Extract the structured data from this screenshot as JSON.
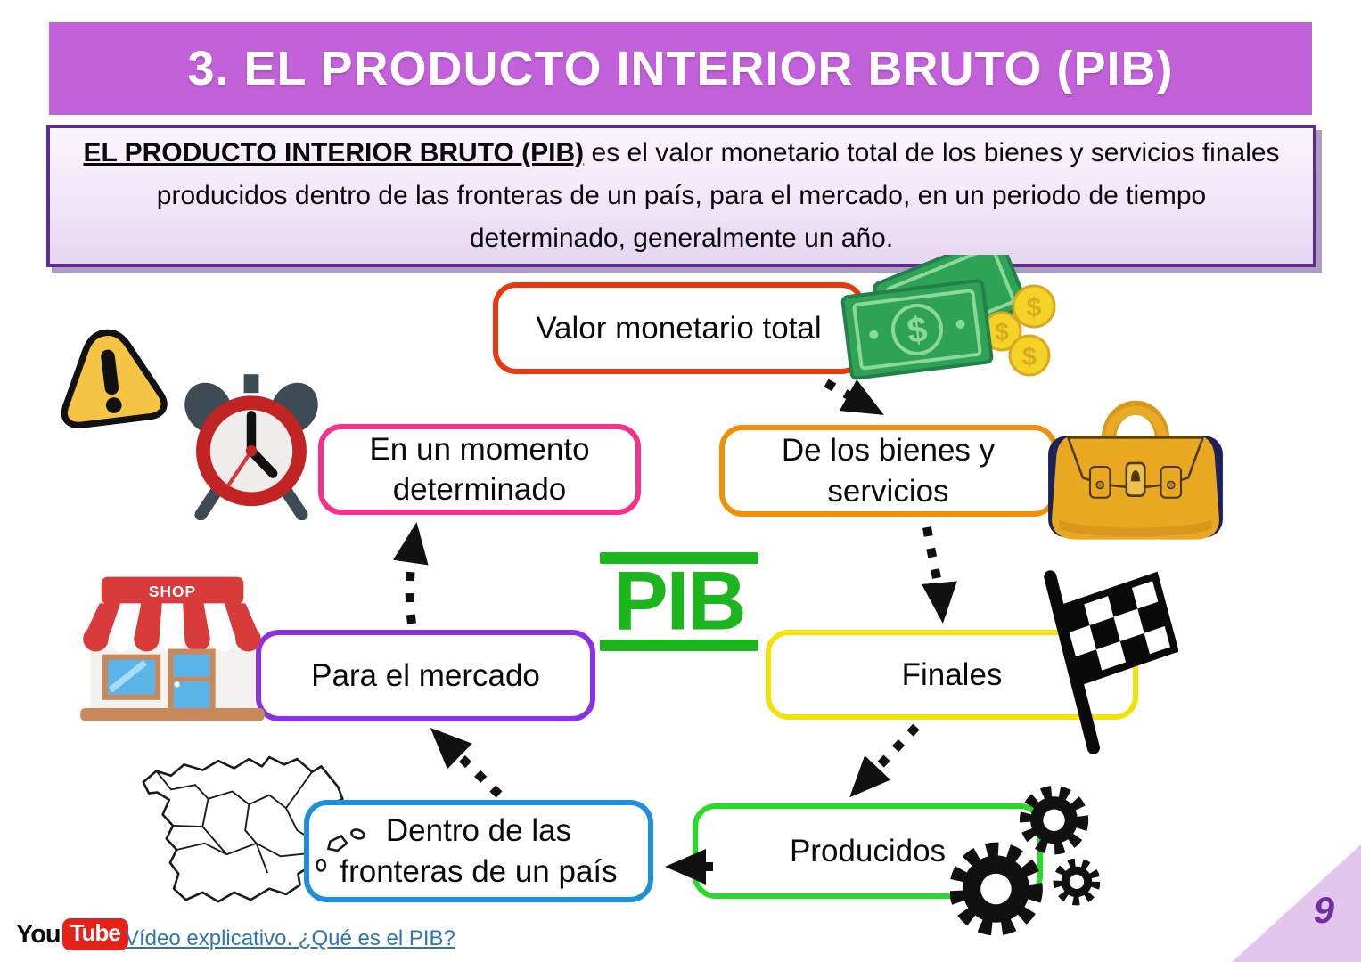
{
  "page": {
    "title": "3. EL PRODUCTO INTERIOR BRUTO (PIB)",
    "page_number": "9"
  },
  "definition": {
    "lead": "EL PRODUCTO INTERIOR BRUTO (PIB)",
    "body": " es el valor monetario total de los bienes y servicios finales producidos dentro de las fronteras de un país, para el mercado, en un periodo de tiempo determinado, generalmente un año."
  },
  "diagram": {
    "stamp": "PIB",
    "nodes": [
      {
        "id": "valor",
        "label": "Valor monetario total",
        "border_color": "#e8380d",
        "icon": "money-icon"
      },
      {
        "id": "momento",
        "label": "En un momento determinado",
        "border_color": "#f5318d",
        "icon": "alarm-clock-icon"
      },
      {
        "id": "bienes",
        "label": "De los bienes y servicios",
        "border_color": "#f09004",
        "icon": "handbag-icon"
      },
      {
        "id": "mercado",
        "label": "Para el mercado",
        "border_color": "#8b2fe8",
        "icon": "shop-icon"
      },
      {
        "id": "finales",
        "label": "Finales",
        "border_color": "#f2e205",
        "icon": "checkered-flag-icon"
      },
      {
        "id": "fronteras",
        "label": "Dentro de las fronteras de un país",
        "border_color": "#1e8fe0",
        "icon": "spain-map-icon"
      },
      {
        "id": "producidos",
        "label": "Producidos",
        "border_color": "#25dd25",
        "icon": "gears-icon"
      }
    ]
  },
  "icons": {
    "shop_sign": "SHOP",
    "dollar": "$",
    "warning": "warning-icon",
    "clock": "alarm-clock-icon",
    "money": "money-bills-and-coins-icon",
    "handbag": "handbag-icon",
    "shop": "shop-storefront-icon",
    "flag": "checkered-flag-icon",
    "map": "spain-map-icon",
    "gears": "gears-icon"
  },
  "footer": {
    "youtube_you": "You",
    "youtube_tube": "Tube",
    "video_link": "Vídeo explicativo. ¿Qué es el PIB?"
  },
  "colors": {
    "header_bg": "#c261d9",
    "definition_border": "#5c2d91",
    "pib_green": "#1db51d",
    "link_blue": "#2e75b6",
    "page_number": "#7030a0",
    "corner_triangle": "#e2c6ee"
  }
}
